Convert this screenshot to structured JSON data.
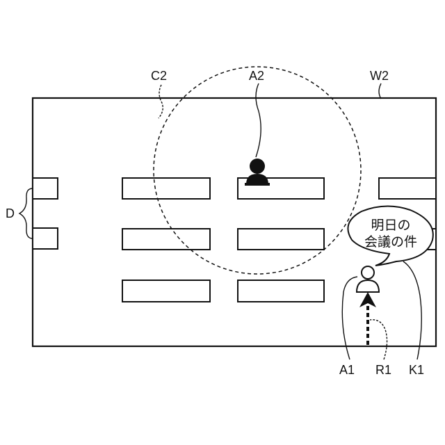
{
  "labels": {
    "c2": "C2",
    "a2": "A2",
    "w2": "W2",
    "d": "D",
    "a1": "A1",
    "r1": "R1",
    "k1": "K1"
  },
  "speech_bubble": {
    "line1": "明日の",
    "line2": "会議の件"
  },
  "colors": {
    "ink": "#111111",
    "paper": "#ffffff"
  }
}
